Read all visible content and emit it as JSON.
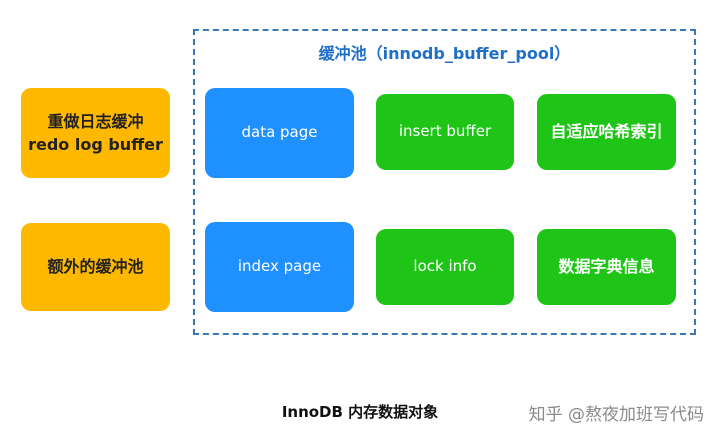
{
  "pool": {
    "title": "缓冲池（innodb_buffer_pool）"
  },
  "left_boxes": [
    {
      "label": "重做日志缓冲\nredo log buffer"
    },
    {
      "label": "额外的缓冲池"
    }
  ],
  "pool_boxes": [
    {
      "label": "data page"
    },
    {
      "label": "insert buffer"
    },
    {
      "label": "自适应哈希索引"
    },
    {
      "label": "index page"
    },
    {
      "label": "lock info"
    },
    {
      "label": "数据字典信息"
    }
  ],
  "caption": "InnoDB 内存数据对象",
  "watermark": "知乎 @熬夜加班写代码"
}
